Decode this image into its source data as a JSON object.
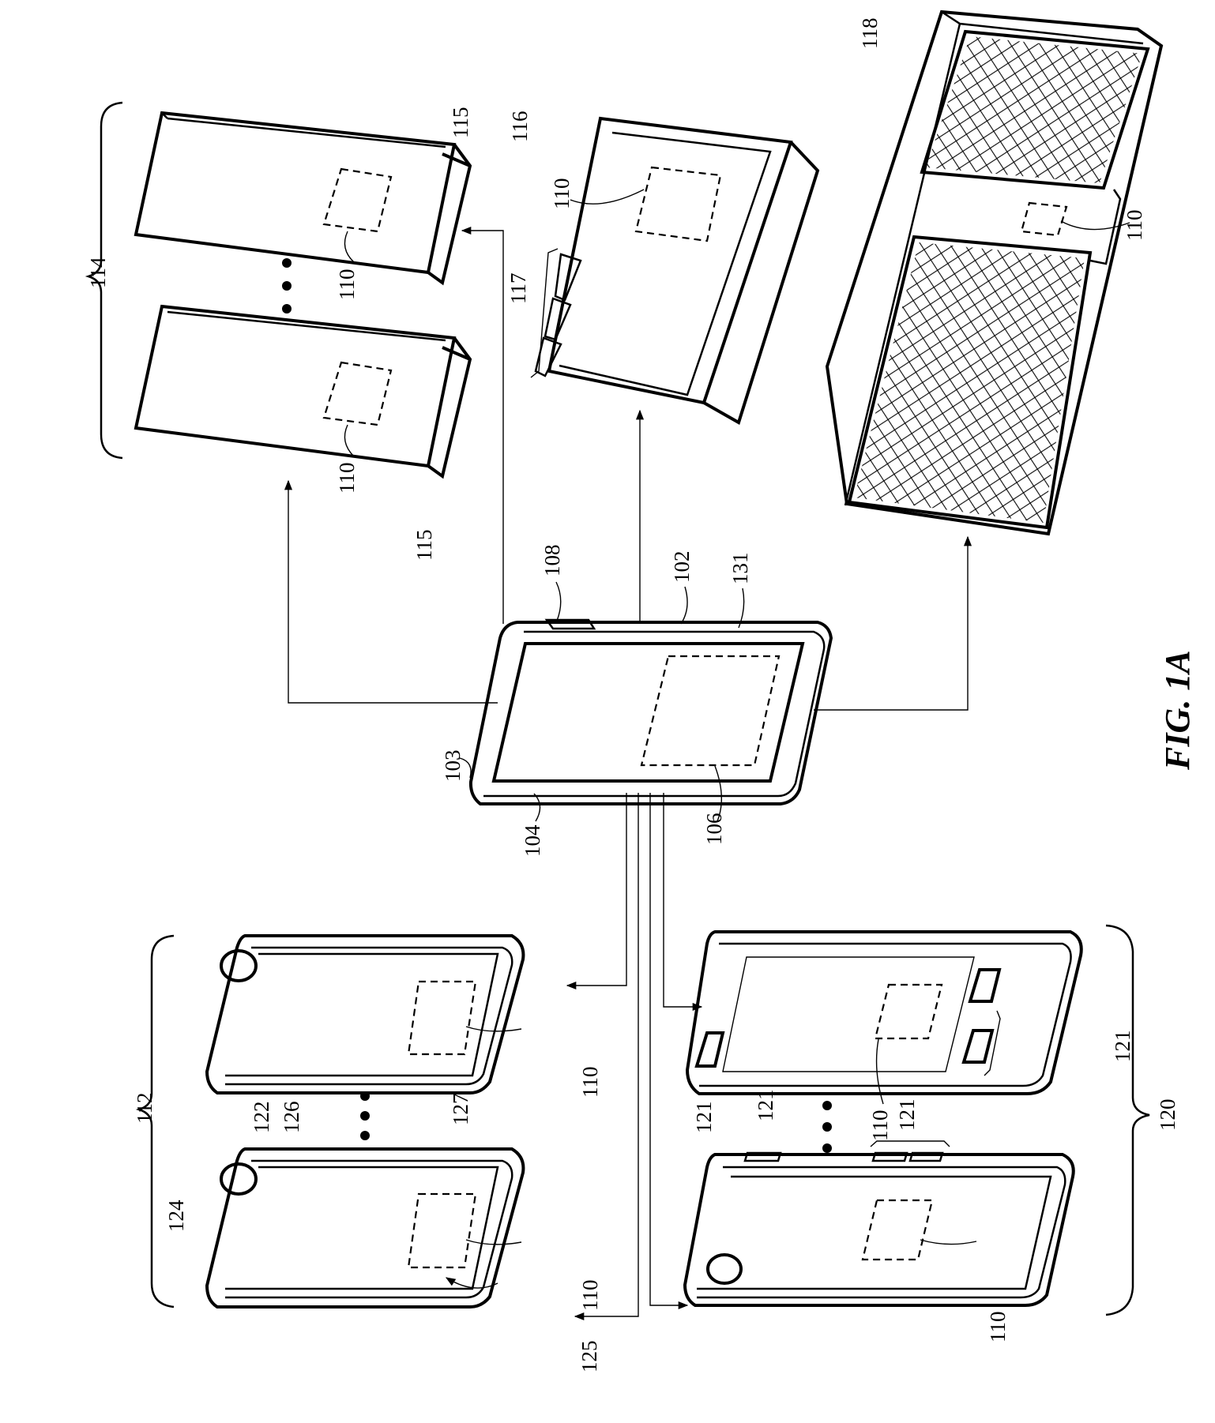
{
  "figure": {
    "caption": "FIG. 1A",
    "orientation": "rotated 90° counter-clockwise (landscape sheet)"
  },
  "central_device": {
    "name": "electronic device",
    "labels": {
      "device": "102",
      "side": "103",
      "display": "104",
      "component": "106",
      "port": "108",
      "housing": "131"
    }
  },
  "groups": {
    "top_left": {
      "ref": "114",
      "item_count_shown": 2,
      "ellipsis": "• • •",
      "labels": {
        "module": "110",
        "edge": "115"
      }
    },
    "top_center": {
      "ref": "116",
      "labels": {
        "module": "110",
        "connectors": "117"
      }
    },
    "top_right": {
      "ref": "118",
      "labels": {
        "module": "110"
      }
    },
    "bottom_left": {
      "ref": "112",
      "item_count_shown": 2,
      "ellipsis": "• • •",
      "labels": {
        "module": "110",
        "front": "122",
        "bezel": "124",
        "surface": "125",
        "inner_rim": "126",
        "outer_rim": "127"
      }
    },
    "bottom_right": {
      "ref": "120",
      "item_count_shown": 2,
      "ellipsis": "• • •",
      "labels": {
        "module": "110",
        "feature": "121"
      }
    }
  }
}
